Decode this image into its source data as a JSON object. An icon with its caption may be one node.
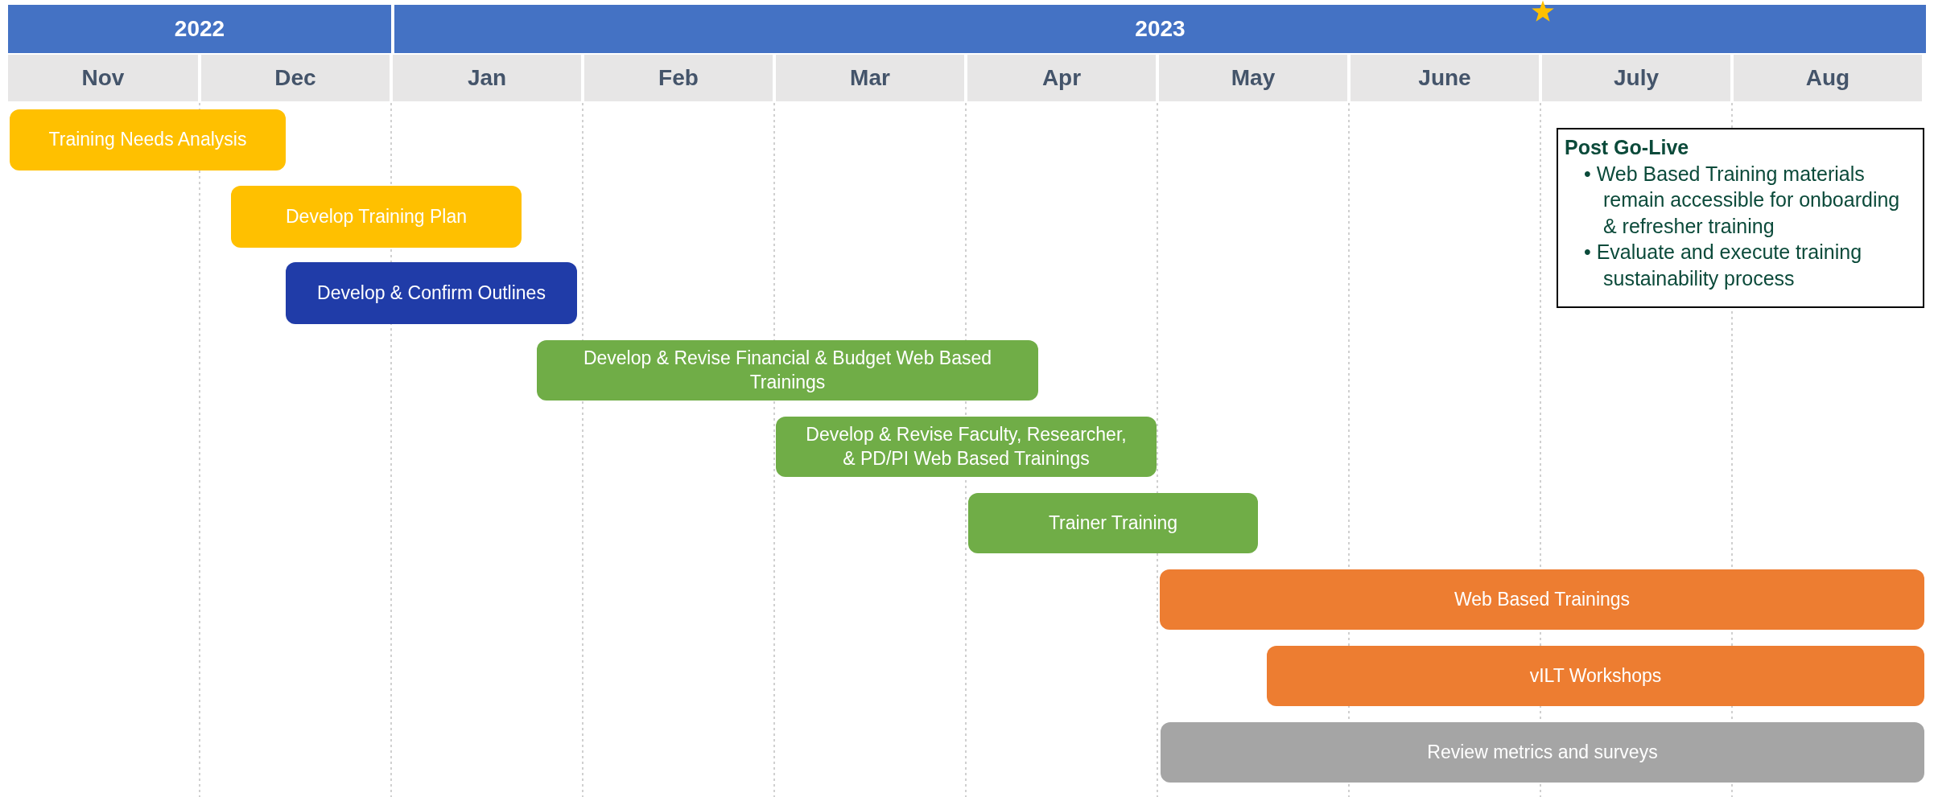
{
  "diagram": {
    "nodes": [
      {
        "text": [
          "Training Needs Analysis"
        ]
      },
      {
        "text": [
          "Develop Training Plan"
        ]
      },
      {
        "text": [
          "Develop & Confirm Outlines"
        ]
      },
      {
        "text": [
          "Develop & Revise Financial & Budget Web Based Trainings"
        ]
      },
      {
        "text": [
          "Develop & Revise Faculty, Researcher, & PD/PI Web Based Trainings"
        ]
      },
      {
        "text": [
          "Trainer Training"
        ]
      },
      {
        "text": [
          "Web Based Trainings"
        ]
      },
      {
        "text": [
          "vILT Workshops"
        ]
      },
      {
        "text": [
          "Review metrics and surveys"
        ]
      },
      {
        "text": [
          "Post Go-Live",
          "• Web Based Training materials remain accessible for onboarding & refresher training",
          "• Evaluate and execute training sustainability process"
        ]
      }
    ],
    "labels": [
      "2022",
      "2023",
      "Nov",
      "Dec",
      "Jan",
      "Feb",
      "Mar",
      "Apr",
      "May",
      "June",
      "July",
      "Aug"
    ]
  }
}
